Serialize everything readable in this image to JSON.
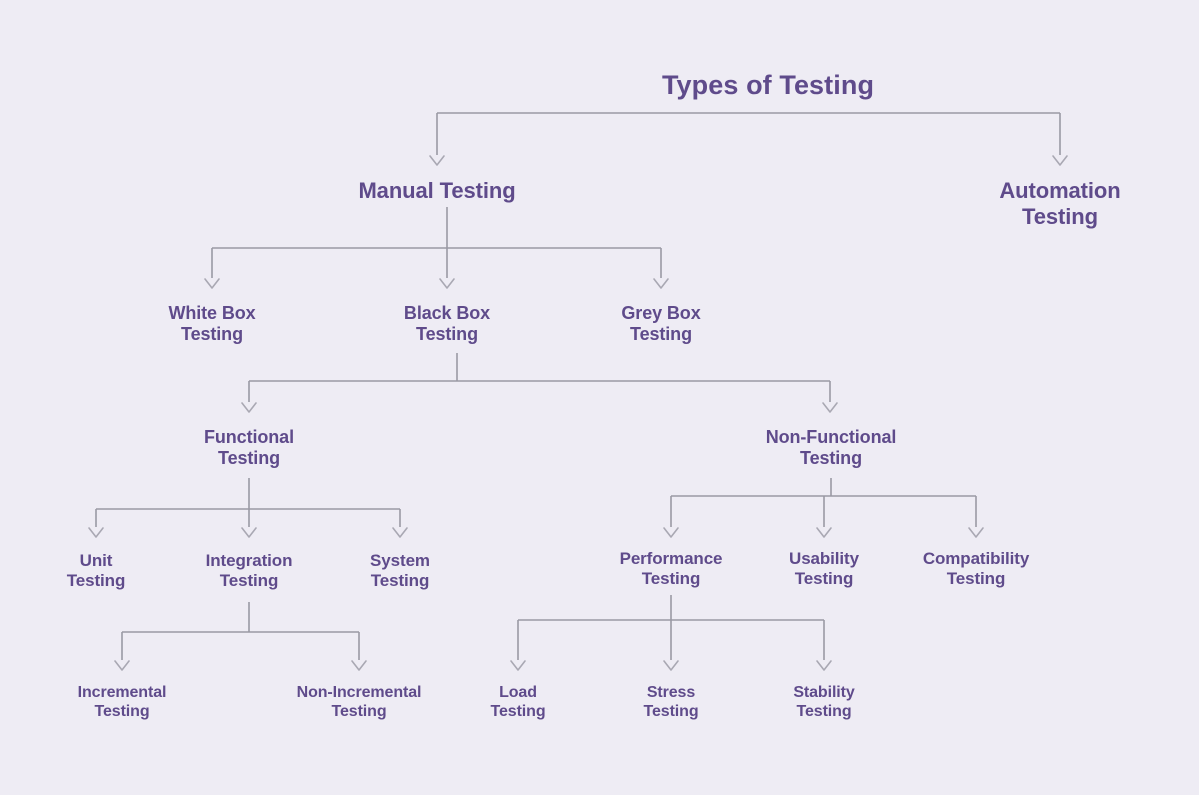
{
  "theme": {
    "background": "#eeecf4",
    "text_color": "#5f4b8b",
    "connector_color": "#9a99a4",
    "arrow_color": "#a9a8b3"
  },
  "diagram": {
    "title": "Types of Testing",
    "type": "tree",
    "nodes": {
      "root": "Types of Testing",
      "manual": "Manual Testing",
      "automation": "Automation\nTesting",
      "white_box": "White Box\nTesting",
      "black_box": "Black Box\nTesting",
      "grey_box": "Grey Box\nTesting",
      "functional": "Functional\nTesting",
      "non_functional": "Non-Functional\nTesting",
      "unit": "Unit\nTesting",
      "integration": "Integration\nTesting",
      "system": "System\nTesting",
      "performance": "Performance\nTesting",
      "usability": "Usability\nTesting",
      "compatibility": "Compatibility\nTesting",
      "incremental": "Incremental\nTesting",
      "non_incremental": "Non-Incremental\nTesting",
      "load": "Load\nTesting",
      "stress": "Stress\nTesting",
      "stability": "Stability\nTesting"
    }
  }
}
